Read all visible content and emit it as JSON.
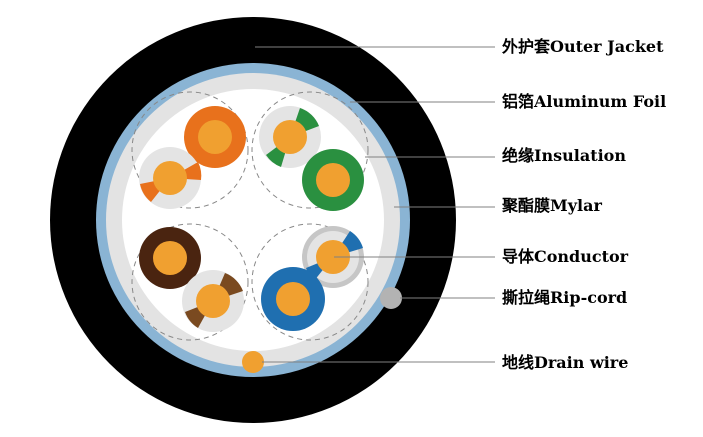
{
  "labels": {
    "outer_jacket": "外护套Outer Jacket",
    "aluminum_foil": "铝箔Aluminum Foil",
    "insulation": "绝缘Insulation",
    "mylar": "聚酯膜Mylar",
    "conductor": "导体Conductor",
    "rip_cord": "撕拉绳Rip-cord",
    "drain_wire": "地线Drain wire"
  },
  "colors": {
    "jacket": "#000000",
    "foil": "#8ab4d4",
    "mylar": "#e3e3e3",
    "core": "#ffffff",
    "conductor": "#f0a030",
    "orange": "#e8711c",
    "green": "#2a9040",
    "brown": "#4a2410",
    "blue": "#1f6fb0",
    "white_insulation": "#e4e4e4",
    "rip_cord": "#b3b3b3",
    "leader_line": "#808080"
  },
  "pairs": [
    {
      "name": "orange-pair",
      "solid": "orange",
      "striped": "orange"
    },
    {
      "name": "green-pair",
      "solid": "green",
      "striped": "green"
    },
    {
      "name": "brown-pair",
      "solid": "brown",
      "striped": "brown"
    },
    {
      "name": "blue-pair",
      "solid": "blue",
      "striped": "blue"
    }
  ]
}
